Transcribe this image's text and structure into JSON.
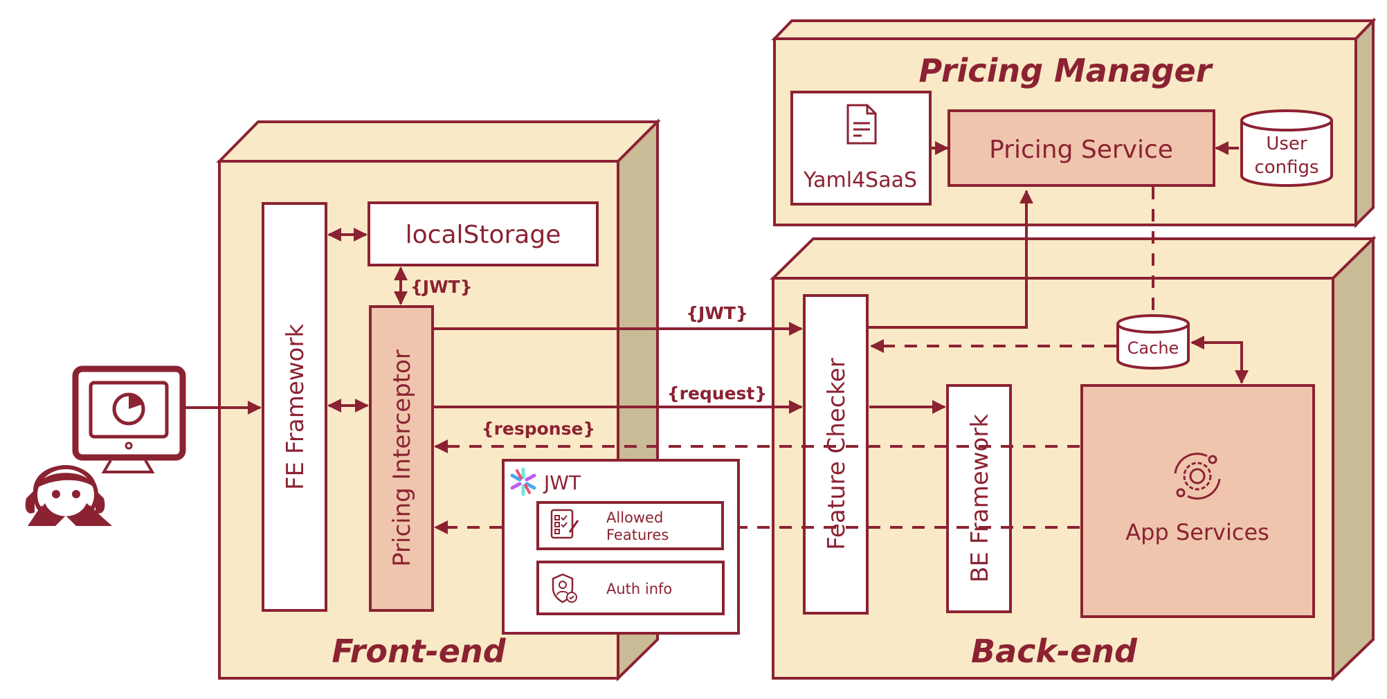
{
  "diagram": {
    "colors": {
      "stroke": "#8B2232",
      "node_fill": "#FAE9C6",
      "node_side": "#C9BB96",
      "component_highlight": "#EFC5AE",
      "component_plain": "#FFFFFF"
    },
    "nodes": {
      "frontend": {
        "title": "Front-end"
      },
      "backend": {
        "title": "Back-end"
      },
      "pricing_manager": {
        "title": "Pricing Manager"
      }
    },
    "components": {
      "fe_framework": "FE Framework",
      "local_storage": "localStorage",
      "pricing_interceptor": "Pricing Interceptor",
      "feature_checker": "Feature Checker",
      "be_framework": "BE Framework",
      "app_services": "App Services",
      "cache": "Cache",
      "pricing_service": "Pricing Service",
      "yaml4saas": "Yaml4SaaS",
      "user_configs_line1": "User",
      "user_configs_line2": "configs"
    },
    "jwt_card": {
      "title": "JWT",
      "items": [
        {
          "label_line1": "Allowed",
          "label_line2": "Features",
          "icon": "checklist-icon"
        },
        {
          "label_line1": "Auth info",
          "label_line2": "",
          "icon": "shield-user-icon"
        }
      ]
    },
    "edge_labels": {
      "storage_jwt": "{JWT}",
      "jwt": "{JWT}",
      "request": "{request}",
      "response": "{response}"
    },
    "actor": {
      "icon": "user-at-computer-icon"
    }
  }
}
